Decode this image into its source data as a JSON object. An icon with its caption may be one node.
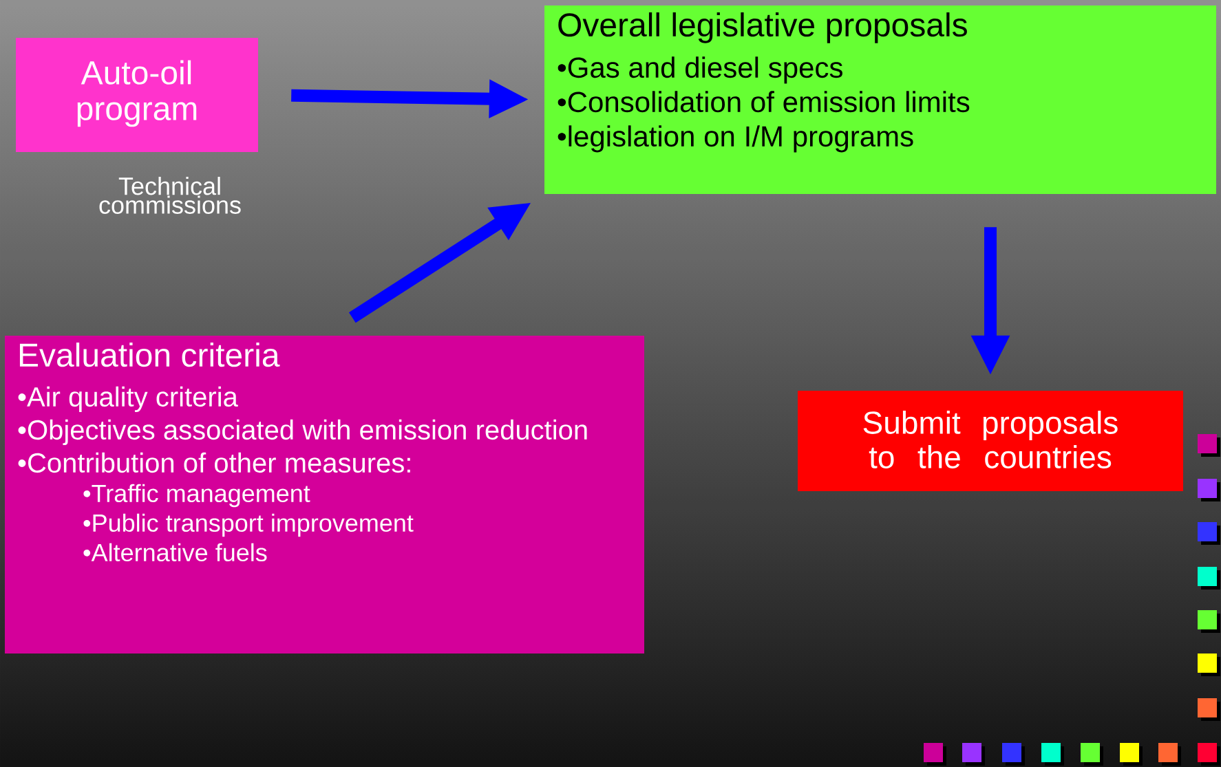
{
  "diagram": {
    "nodes": [
      {
        "text": [
          "Auto-oil program"
        ],
        "beside": [
          "Technical commissions"
        ]
      },
      {
        "text": [
          "Overall legislative proposals",
          "•Gas and diesel specs",
          "•Consolidation of emission limits",
          "•legislation on I/M programs"
        ]
      },
      {
        "text": [
          "Evaluation criteria",
          "•Air quality criteria",
          "•Objectives associated with emission reduction",
          "•Contribution of other measures:",
          "•Traffic management",
          "•Public transport improvement",
          "•Alternative fuels"
        ]
      },
      {
        "text": [
          "Submit proposals to the countries"
        ]
      }
    ],
    "edges": [
      {
        "from": 0,
        "to": 1,
        "arrow": "to"
      },
      {
        "from": 2,
        "to": 1,
        "arrow": "to"
      },
      {
        "from": 1,
        "to": 3,
        "arrow": "to"
      }
    ]
  }
}
